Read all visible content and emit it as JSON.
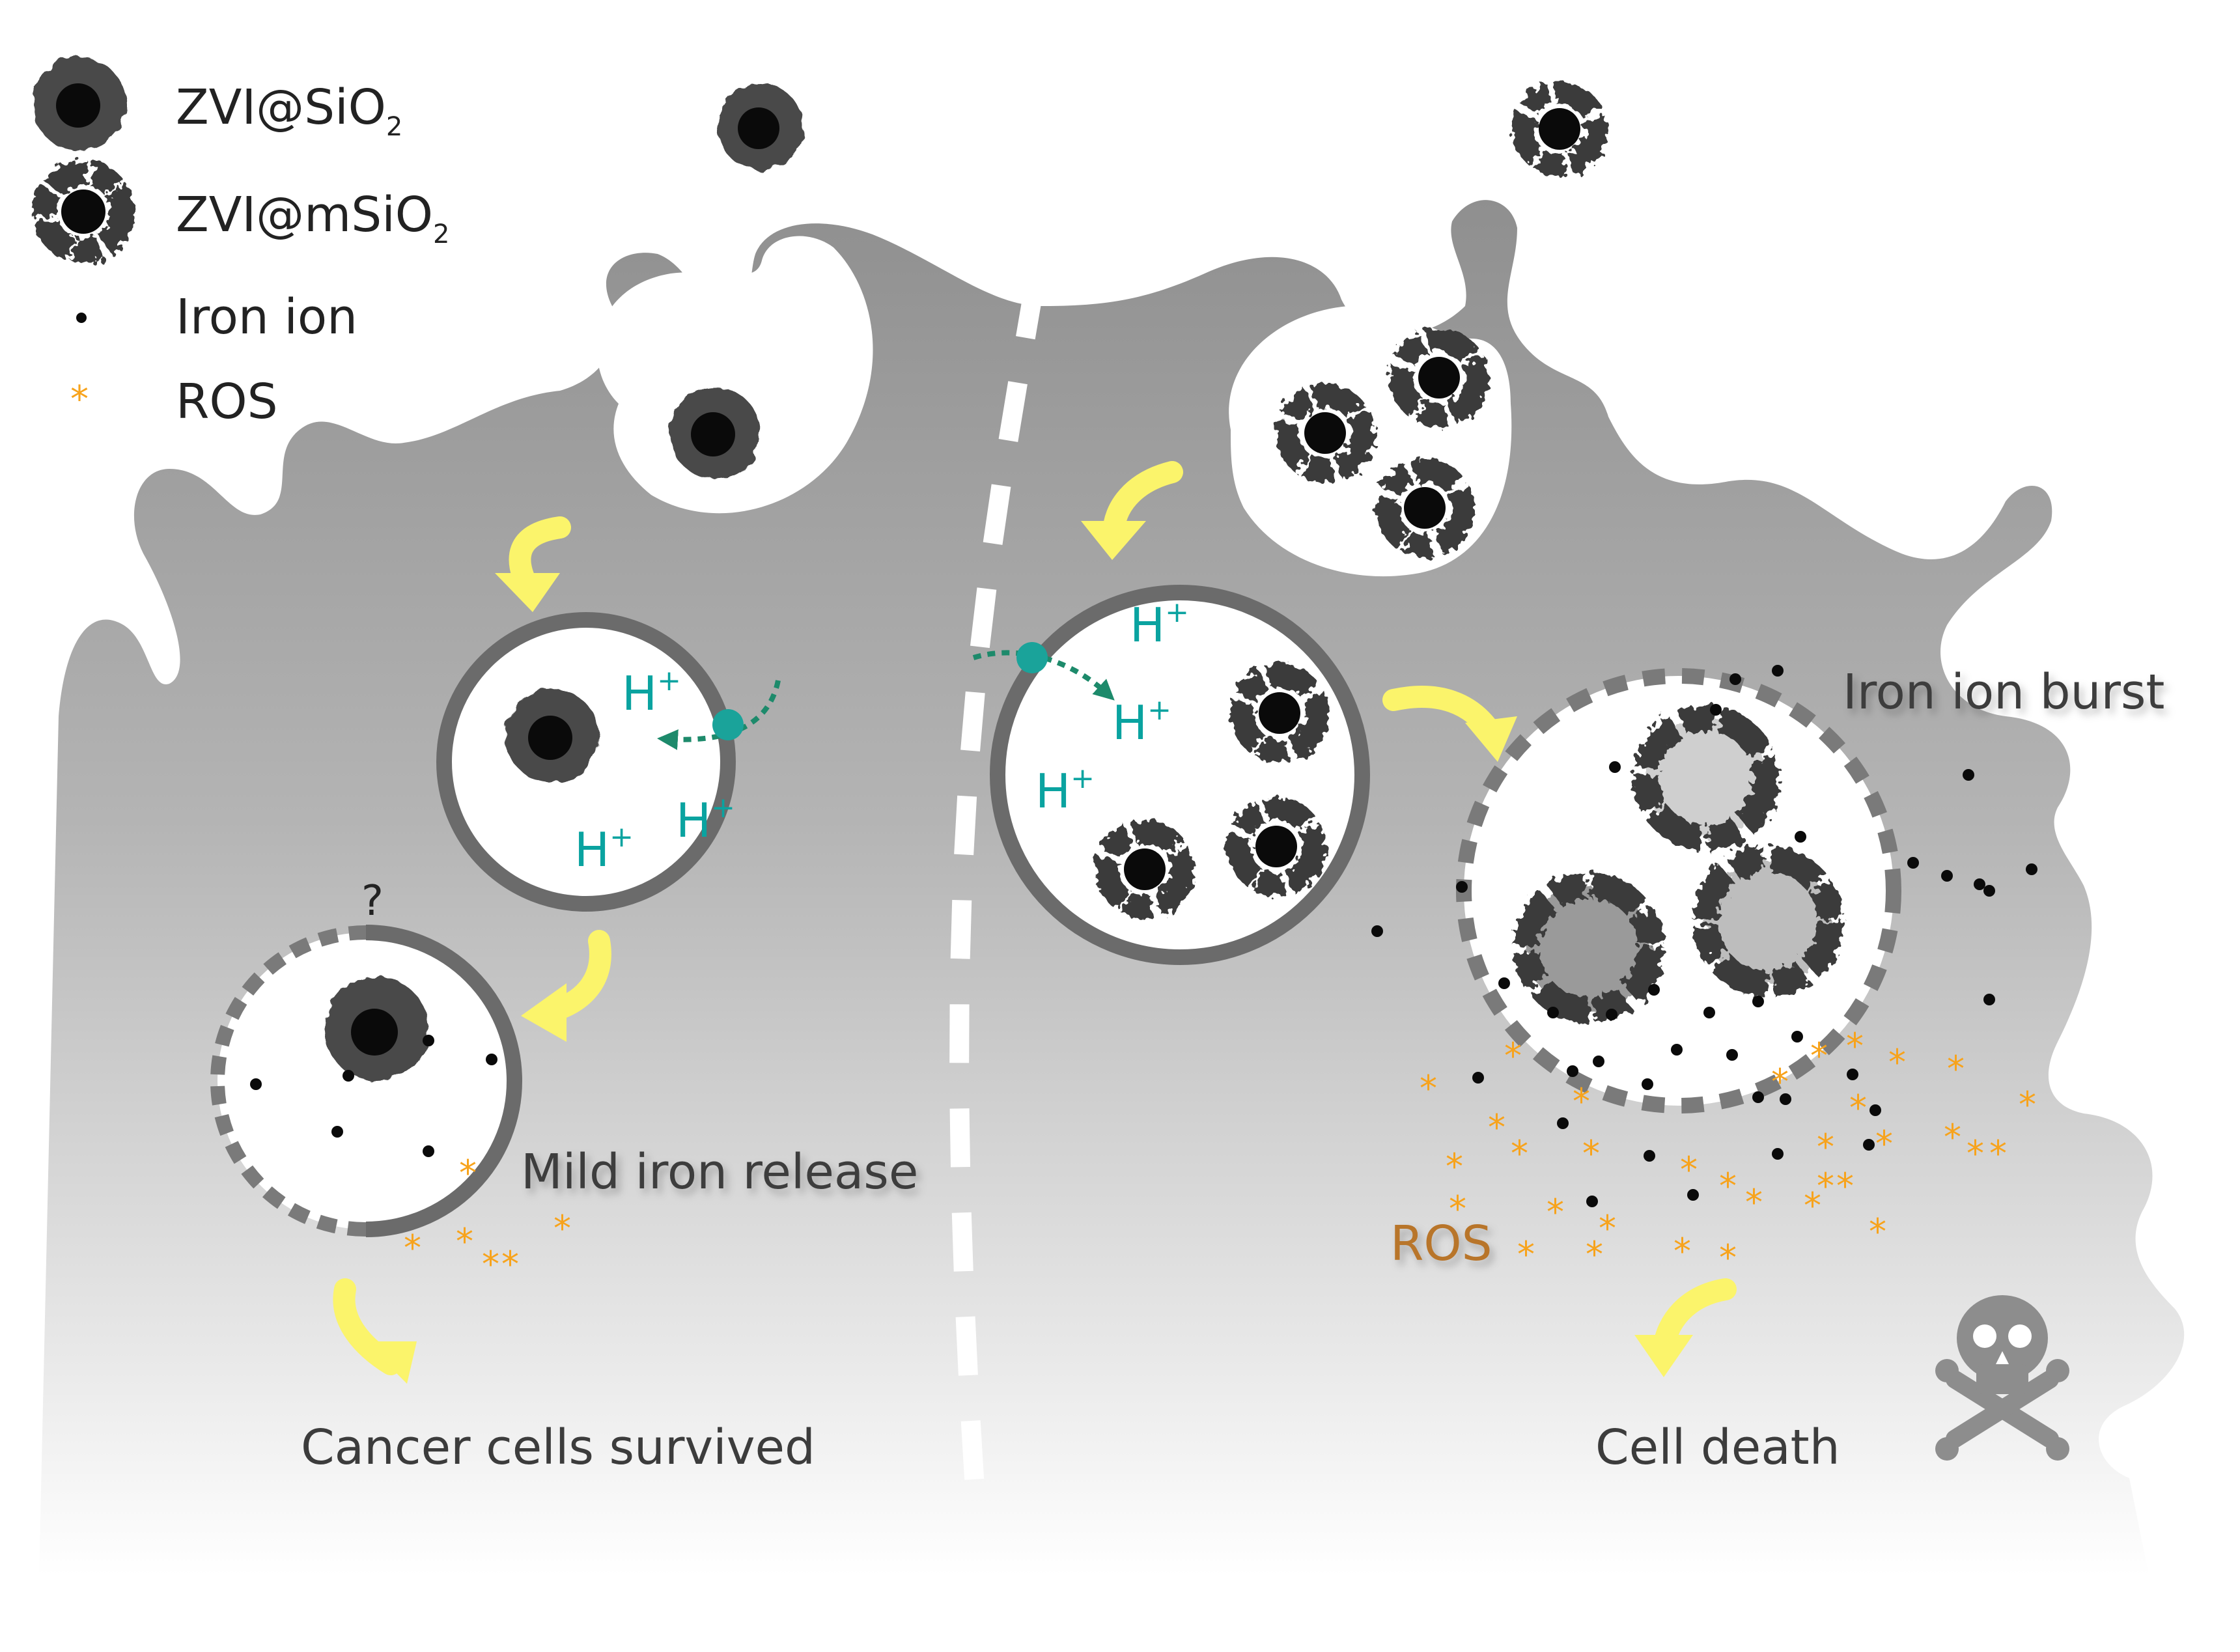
{
  "legend": {
    "items": [
      {
        "label": "ZVI@SiO",
        "sub": "2",
        "icon": "solid-nanoparticle-icon"
      },
      {
        "label": "ZVI@mSiO",
        "sub": "2",
        "icon": "mesoporous-nanoparticle-icon"
      },
      {
        "label": "Iron ion",
        "sub": "",
        "icon": "iron-ion-dot-icon"
      },
      {
        "label": "ROS",
        "sub": "",
        "icon": "ros-star-icon"
      }
    ]
  },
  "labels": {
    "proton": "H",
    "proton_charge": "+",
    "question": "?",
    "mild_release": "Mild iron release",
    "iron_burst": "Iron ion burst",
    "ros": "ROS",
    "survived": "Cancer cells survived",
    "death": "Cell death",
    "ros_symbol": "*"
  },
  "colors": {
    "cell": "#9e9e9e",
    "vesicle_edge": "#6b6b6b",
    "particle_core": "#0a0a0a",
    "particle_shell": "#4a4a4a",
    "arrow": "#fbf46b",
    "proton_text": "#0aa3a0",
    "transporter": "#1d8a6b",
    "ros": "#f7a31c",
    "ros_label": "#b8742a",
    "text": "#3c3c3c"
  }
}
